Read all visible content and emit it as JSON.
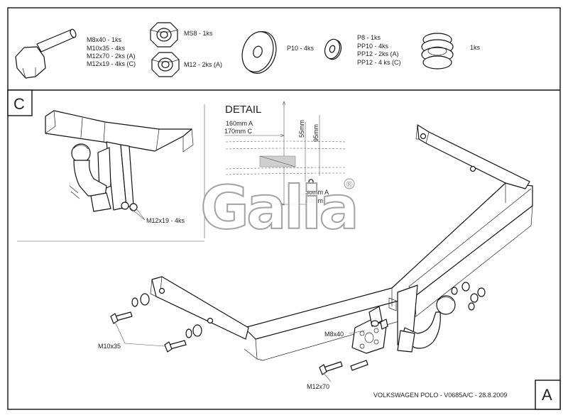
{
  "parts": {
    "bolt": [
      "M8x40 - 1ks",
      "M10x35 - 4ks",
      "M12x70 - 2ks (A)",
      "M12x19 - 4ks (C)"
    ],
    "nut": [
      "MS8 - 1ks",
      "M12 - 2ks (A)"
    ],
    "washer_large": "P10 - 4ks",
    "washer_small": [
      "P8 - 1ks",
      "PP10 - 4ks",
      "PP12 - 2ks (A)",
      "PP12 - 4 ks (C)"
    ],
    "spring": "1ks"
  },
  "variant_c": {
    "letter": "C",
    "bolt_label": "M12x19 - 4ks"
  },
  "detail": {
    "title": "DETAIL",
    "dim_160": "160mm A",
    "dim_170": "170mm C",
    "dim_55": "55mm",
    "dim_95": "95mm",
    "dim_30": "30mm A",
    "dim_40": "40mm C"
  },
  "logo": {
    "text": "Galia",
    "mark": "®"
  },
  "variant_a": {
    "letter": "A",
    "label_m8": "M8x40",
    "label_m10": "M10x35",
    "label_m12": "M12x70"
  },
  "footer": "VOLKSWAGEN POLO - V0685A/C - 28.8.2009"
}
